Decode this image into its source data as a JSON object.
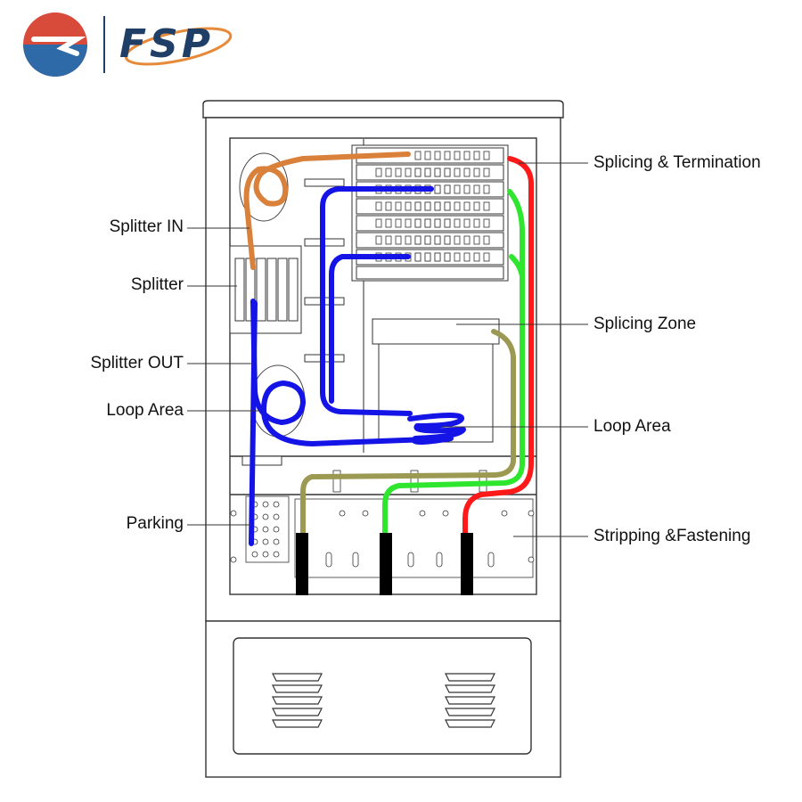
{
  "brand": {
    "logo_text": "FSP",
    "colors": {
      "navy": "#1f3f66",
      "red": "#d84a3a",
      "orange": "#e68a3a",
      "blue": "#2e6aa8"
    }
  },
  "labels": {
    "splicing_termination": "Splicing & Termination",
    "splitter_in": "Splitter IN",
    "splitter": "Splitter",
    "splitter_out": "Splitter OUT",
    "loop_area_left": "Loop Area",
    "splicing_zone": "Splicing Zone",
    "loop_area_right": "Loop Area",
    "parking": "Parking",
    "stripping_fastening": "Stripping &Fastening"
  },
  "fiber_colors": {
    "orange": "#d9803a",
    "blue": "#1414e6",
    "red": "#ff1a1a",
    "green": "#2ee62e",
    "olive": "#9c9a52",
    "black": "#000000"
  }
}
